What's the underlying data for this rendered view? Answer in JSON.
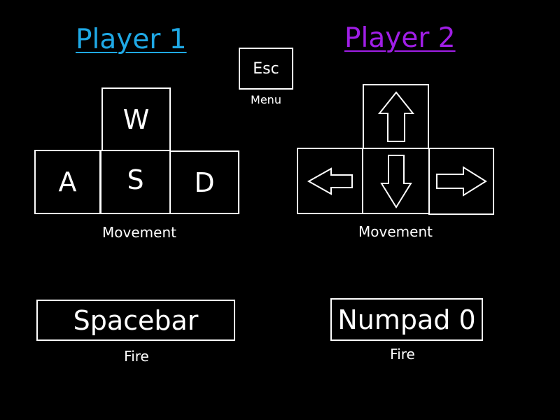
{
  "colors": {
    "background": "#000000",
    "player1_title": "#1fa9e6",
    "player2_title": "#a01ee6",
    "key_border": "#ffffff",
    "text": "#ffffff"
  },
  "menu": {
    "key_label": "Esc",
    "caption": "Menu"
  },
  "player1": {
    "title": "Player 1",
    "movement_keys": {
      "up": "W",
      "left": "A",
      "down": "S",
      "right": "D"
    },
    "movement_caption": "Movement",
    "fire_key": "Spacebar",
    "fire_caption": "Fire"
  },
  "player2": {
    "title": "Player 2",
    "movement_keys": {
      "up": "up-arrow-icon",
      "left": "left-arrow-icon",
      "down": "down-arrow-icon",
      "right": "right-arrow-icon"
    },
    "movement_caption": "Movement",
    "fire_key": "Numpad 0",
    "fire_caption": "Fire"
  }
}
